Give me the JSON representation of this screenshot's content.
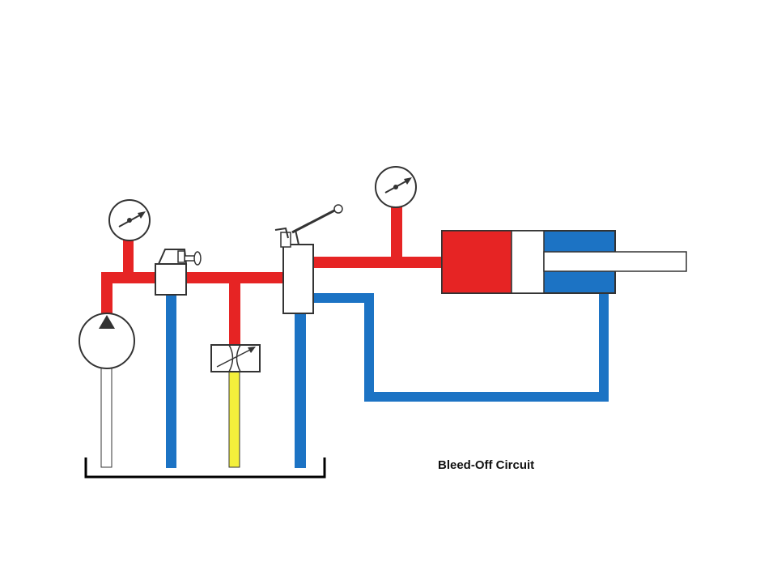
{
  "title": "Bleed-Off Circuit",
  "colors": {
    "pressure_line": "#e62424",
    "return_line": "#1c73c4",
    "bleed_line": "#f4f03c",
    "suction_line": "#ffffff",
    "outline": "#333333",
    "tank": "#000000"
  },
  "components": [
    {
      "name": "pump",
      "icon": "pump-icon"
    },
    {
      "name": "pump-pressure-gauge",
      "icon": "gauge-icon"
    },
    {
      "name": "relief-valve",
      "icon": "relief-valve-icon"
    },
    {
      "name": "flow-control-valve",
      "icon": "adjustable-flow-control-icon"
    },
    {
      "name": "directional-control-valve",
      "icon": "lever-valve-icon"
    },
    {
      "name": "cylinder-pressure-gauge",
      "icon": "gauge-icon"
    },
    {
      "name": "hydraulic-cylinder",
      "icon": "cylinder-icon"
    },
    {
      "name": "reservoir",
      "icon": "tank-icon"
    }
  ]
}
